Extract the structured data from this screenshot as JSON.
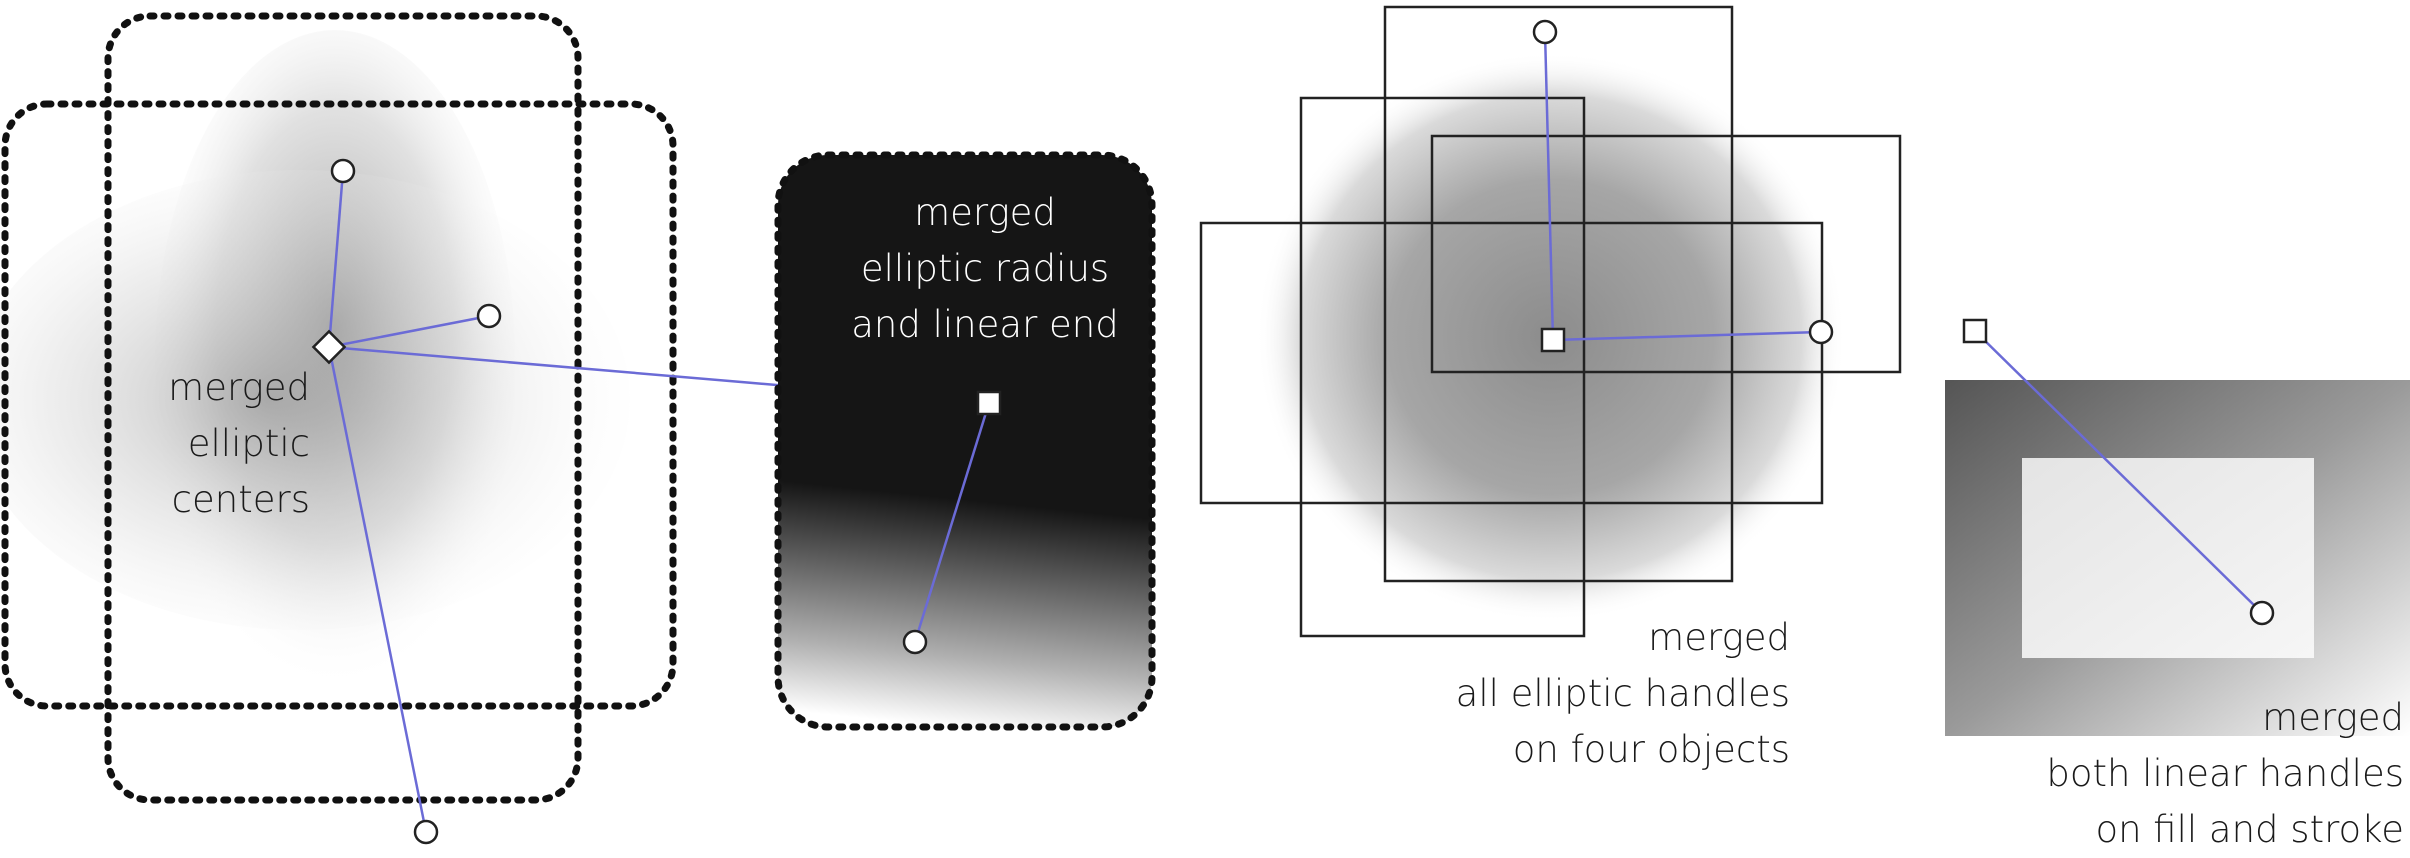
{
  "captions": {
    "elliptic_centers": [
      "merged",
      "elliptic",
      "centers"
    ],
    "radius_linear_end": [
      "merged",
      "elliptic radius",
      "and linear end"
    ],
    "all_elliptic": [
      "merged",
      "all elliptic handles",
      "on four objects"
    ],
    "both_linear": [
      "merged",
      "both linear handles",
      "on fill and stroke"
    ]
  },
  "colors": {
    "handle_line": "#6b6bd6",
    "dotted_outline": "#111111",
    "dark_fill": "#151515",
    "rect_stroke": "#222222"
  },
  "handle_legend": {
    "center": "diamond",
    "radius_end": "circle",
    "linear_end": "square"
  }
}
